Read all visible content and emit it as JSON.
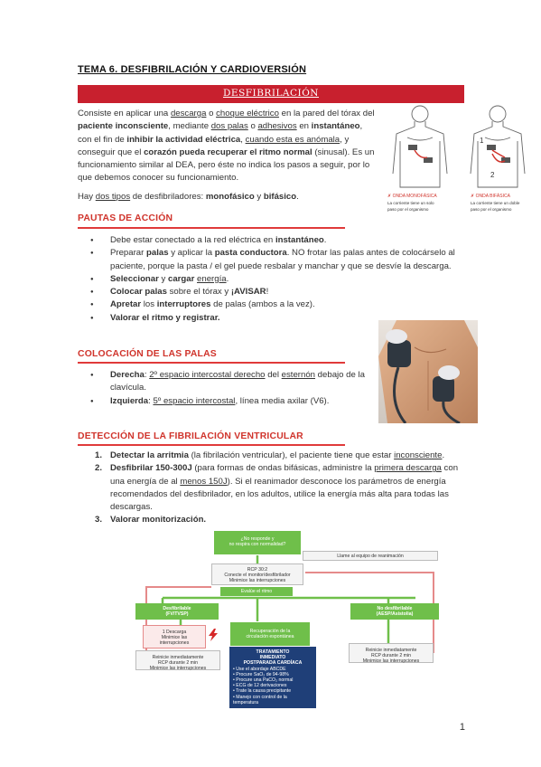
{
  "title": "TEMA 6. DESFIBRILACIÓN Y CARDIOVERSIÓN",
  "banner": "DESFIBRILACIÓN",
  "intro": {
    "l1": [
      "Consiste en aplicar una ",
      "descarga",
      " o ",
      "choque eléctrico",
      " en la pared del tórax del"
    ],
    "l2": [
      "paciente inconsciente",
      ", mediante ",
      "dos palas",
      " o ",
      "adhesivos",
      " en ",
      "instantáneo",
      ","
    ],
    "l3": [
      "con el fin de ",
      "inhibir la actividad eléctrica",
      ", ",
      "cuando esta es anómala",
      ", y"
    ],
    "l4": [
      "conseguir que el ",
      "corazón pueda recuperar el ritmo normal",
      " (sinusal). Es un"
    ],
    "l5": "funcionamiento similar al DEA, pero éste no indica los pasos a seguir, por lo",
    "l6": "que debemos conocer su funcionamiento."
  },
  "types": [
    "Hay ",
    "dos tipos",
    " de desfibriladores: ",
    "monofásico",
    " y ",
    "bifásico",
    "."
  ],
  "image_captions": {
    "left_title": "✗ ONDA MONOFÁSICA",
    "left_line1": "La corriente tiene un solo",
    "left_line2": "paso por el organismo",
    "right_title": "✗ ONDA BIFÁSICA",
    "right_line1": "La corriente tiene un doble",
    "right_line2": "paso por el organismo",
    "label_1": "1",
    "label_2": "2"
  },
  "section1": {
    "heading": "PAUTAS DE ACCIÓN",
    "b1": [
      "Debe estar conectado a la red eléctrica en ",
      "instantáneo",
      "."
    ],
    "b2a": [
      "Preparar ",
      "palas",
      " y aplicar la ",
      "pasta conductora",
      ". NO frotar las palas antes de colocárselo al"
    ],
    "b2b": "paciente, porque la pasta / el gel puede resbalar y manchar y que se desvíe la descarga.",
    "b3": [
      "Seleccionar",
      " y ",
      "cargar",
      " ",
      "energía",
      "."
    ],
    "b4": [
      "Colocar palas",
      " sobre el tórax y ",
      "¡AVISAR",
      "!"
    ],
    "b5": [
      "Apretar",
      " los ",
      "interruptores",
      " de palas (ambos a la vez)."
    ],
    "b6": "Valorar el ritmo y registrar."
  },
  "section2": {
    "heading": "COLOCACIÓN DE LAS PALAS",
    "b1a": [
      "Derecha",
      ": ",
      "2º espacio intercostal derecho",
      " del ",
      "esternón",
      " debajo de la"
    ],
    "b1b": "clavícula.",
    "b2": [
      "Izquierda",
      ": ",
      "5º espacio intercostal",
      ", línea media axilar (V6)."
    ]
  },
  "section3": {
    "heading": "DETECCIÓN DE LA FIBRILACIÓN VENTRICULAR",
    "n1": [
      "1.",
      "Detectar la arritmia",
      " (la fibrilación ventricular), el paciente tiene que estar ",
      "inconsciente",
      "."
    ],
    "n2a": [
      "2.",
      "Desfibrilar 150-300J",
      " (para formas de ondas bifásicas, administre la ",
      "primera descarga",
      " con"
    ],
    "n2b": [
      "una energía de al ",
      "menos 150J",
      "). Si el reanimador desconoce los parámetros de energía"
    ],
    "n2c": "recomendados del desfibrilador, en los adultos, utilice la energía más alta para todas las",
    "n2d": "descargas.",
    "n3": [
      "3.",
      "Valorar monitorización."
    ]
  },
  "flowchart": {
    "start": "¿No responde y\nno respira con normalidad?",
    "call": "Llame al equipo de reanimación",
    "rcp": "RCP 30:2\nConecte el monitor/desfibrilador\nMinimice las interrupciones",
    "evaluate": "Evalúe el ritmo",
    "shockable": "Desfibrilable\n(FV/TVSP)",
    "nonshockable": "No desfibrilable\n(AESP/Asistolia)",
    "shock": "1 Descarga\nMinimice las\ninterrupciones",
    "rosc": "Recuperación de la\ncirculación espontánea",
    "resume_left": "Reinicie inmediatamente\nRCP durante 2 min\nMinimice las interrupciones",
    "resume_right": "Reinicie inmediatamente\nRCP durante 2 min\nMinimice las interrupciones",
    "treatment_title": "TRATAMIENTO\nINMEDIATO\nPOSTPARADA CARDÍACA",
    "treatment_items": [
      "• Use el abordaje ABCDE",
      "• Procure SaO₂ de 94-98%",
      "• Procure una PaCO₂ normal",
      "• ECG de 12 derivaciones",
      "• Trate la causa precipitante",
      "• Manejo con control de la temperatura"
    ]
  },
  "page_number": "1",
  "colors": {
    "accent": "#d0342c",
    "banner": "#c8202e",
    "flow_green": "#6fbf4a",
    "flow_navy": "#1f3f78",
    "flow_pink": "#e58a8a"
  }
}
